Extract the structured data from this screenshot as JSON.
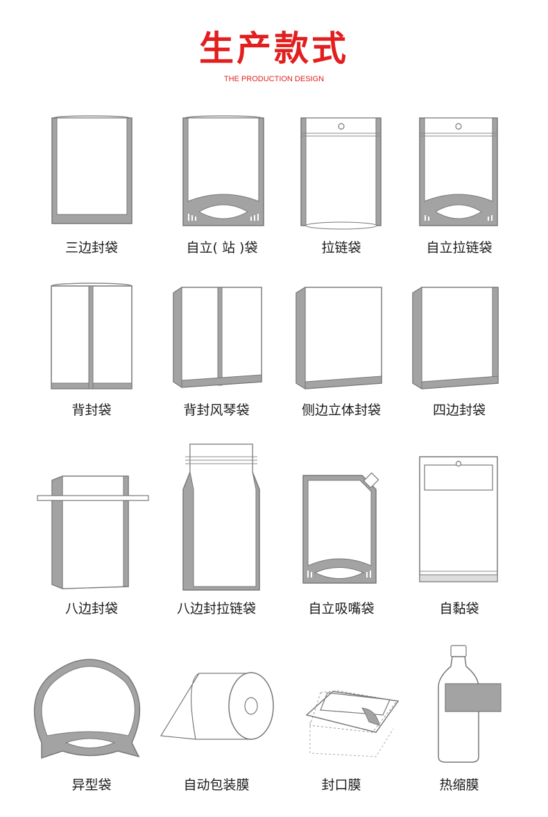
{
  "header": {
    "title": "生产款式",
    "subtitle": "THE PRODUCTION DESIGN"
  },
  "colors": {
    "accent": "#e21f1f",
    "bag_stroke": "#7a7a7a",
    "bag_fill_grey": "#a3a3a3"
  },
  "items": [
    {
      "label": "三边封袋",
      "icon": "three-side-seal-bag-icon"
    },
    {
      "label": "自立( 站 )袋",
      "icon": "stand-up-pouch-icon"
    },
    {
      "label": "拉链袋",
      "icon": "zipper-bag-icon"
    },
    {
      "label": "自立拉链袋",
      "icon": "stand-up-zipper-bag-icon"
    },
    {
      "label": "背封袋",
      "icon": "back-seal-bag-icon"
    },
    {
      "label": "背封风琴袋",
      "icon": "back-seal-gusset-bag-icon"
    },
    {
      "label": "侧边立体封袋",
      "icon": "side-gusset-bag-icon"
    },
    {
      "label": "四边封袋",
      "icon": "four-side-seal-bag-icon"
    },
    {
      "label": "八边封袋",
      "icon": "eight-side-seal-bag-icon"
    },
    {
      "label": "八边封拉链袋",
      "icon": "eight-side-zipper-bag-icon"
    },
    {
      "label": "自立吸嘴袋",
      "icon": "spout-pouch-icon"
    },
    {
      "label": "自黏袋",
      "icon": "self-adhesive-bag-icon"
    },
    {
      "label": "异型袋",
      "icon": "shaped-bag-icon"
    },
    {
      "label": "自动包装膜",
      "icon": "packaging-film-roll-icon"
    },
    {
      "label": "封口膜",
      "icon": "sealing-film-icon"
    },
    {
      "label": "热缩膜",
      "icon": "shrink-film-icon"
    }
  ]
}
